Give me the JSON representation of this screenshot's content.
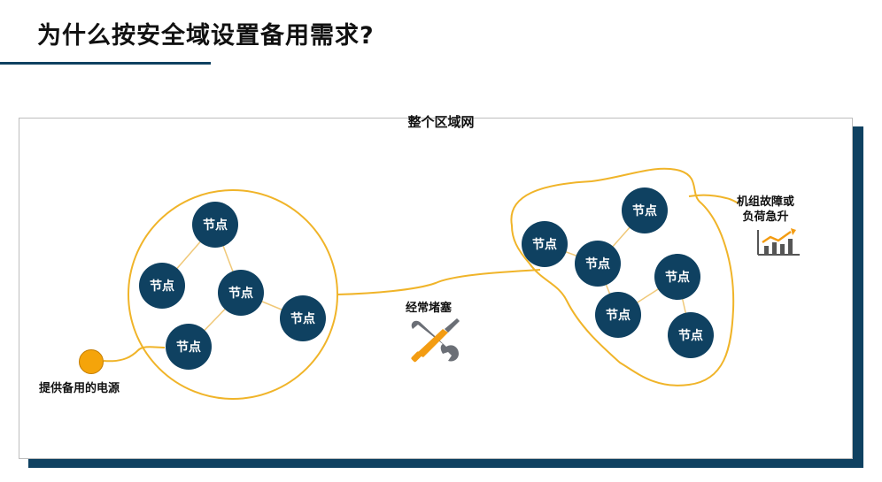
{
  "title": "为什么按安全域设置备用需求?",
  "diagram": {
    "region_label": "整个区域网",
    "node_label": "节点",
    "left_cluster_nodes": [
      "节点",
      "节点",
      "节点",
      "节点",
      "节点"
    ],
    "right_cluster_nodes": [
      "节点",
      "节点",
      "节点",
      "节点",
      "节点",
      "节点"
    ],
    "power_label": "提供备用的电源",
    "congestion_label": "经常堵塞",
    "fault_label_line1": "机组故障或",
    "fault_label_line2": "负荷急升",
    "icons": [
      "tools-icon",
      "rising-chart-icon"
    ],
    "colors": {
      "node": "#0f4161",
      "accent": "#f5a40a",
      "link": "#f0c878"
    }
  }
}
